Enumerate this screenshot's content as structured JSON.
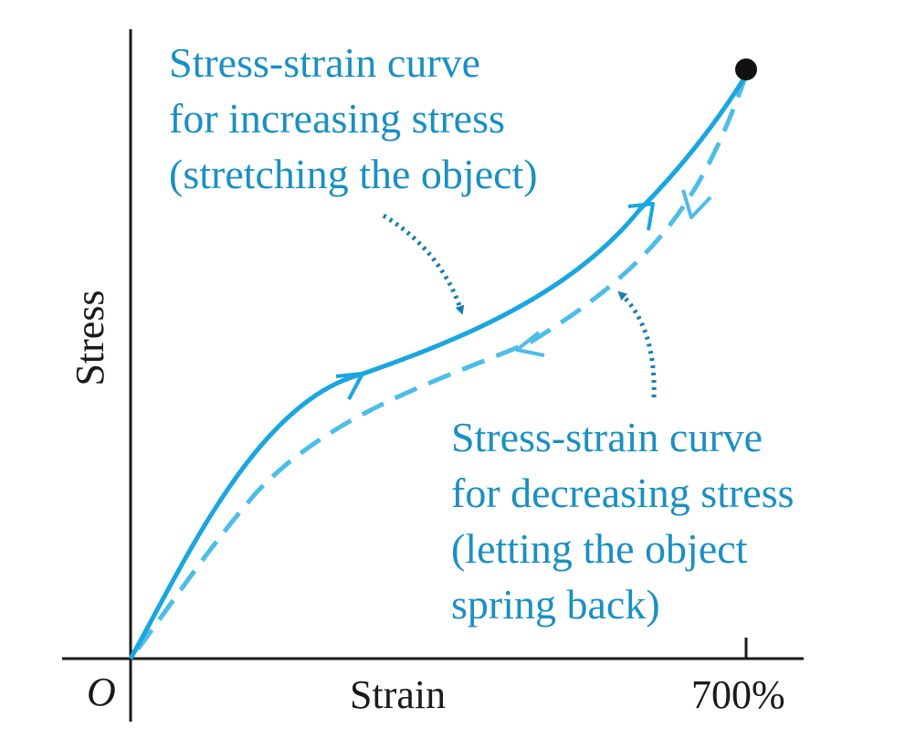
{
  "axes": {
    "y_label": "Stress",
    "x_label": "Strain",
    "origin_label": "O",
    "x_tick_label": "700%"
  },
  "annotations": {
    "increasing": {
      "lines": [
        "Stress-strain curve",
        "for increasing stress",
        "(stretching the object)"
      ]
    },
    "decreasing": {
      "lines": [
        "Stress-strain curve",
        "for decreasing stress",
        "(letting the object",
        "spring back)"
      ]
    }
  },
  "colors": {
    "loading_curve": "#1aa6e0",
    "unloading_curve": "#4dbde9",
    "annotation_text": "#1a8fc4",
    "pointer_arrows": "#1a7fae",
    "axes": "#1a1a1a"
  }
}
